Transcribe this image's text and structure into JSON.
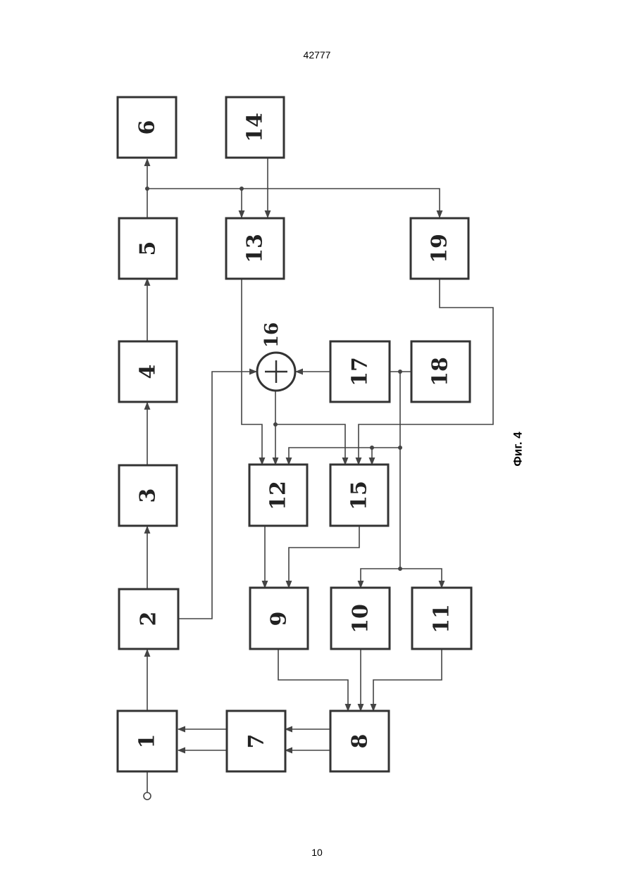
{
  "page": {
    "number_top": "42777",
    "number_bottom": "10"
  },
  "figure": {
    "caption": "Фиг. 4",
    "blocks": {
      "b1": "1",
      "b2": "2",
      "b3": "3",
      "b4": "4",
      "b5": "5",
      "b6": "6",
      "b7": "7",
      "b8": "8",
      "b9": "9",
      "b10": "10",
      "b11": "11",
      "b12": "12",
      "b13": "13",
      "b14": "14",
      "b15": "15",
      "b16": "16",
      "b17": "17",
      "b18": "18",
      "b19": "19"
    }
  }
}
